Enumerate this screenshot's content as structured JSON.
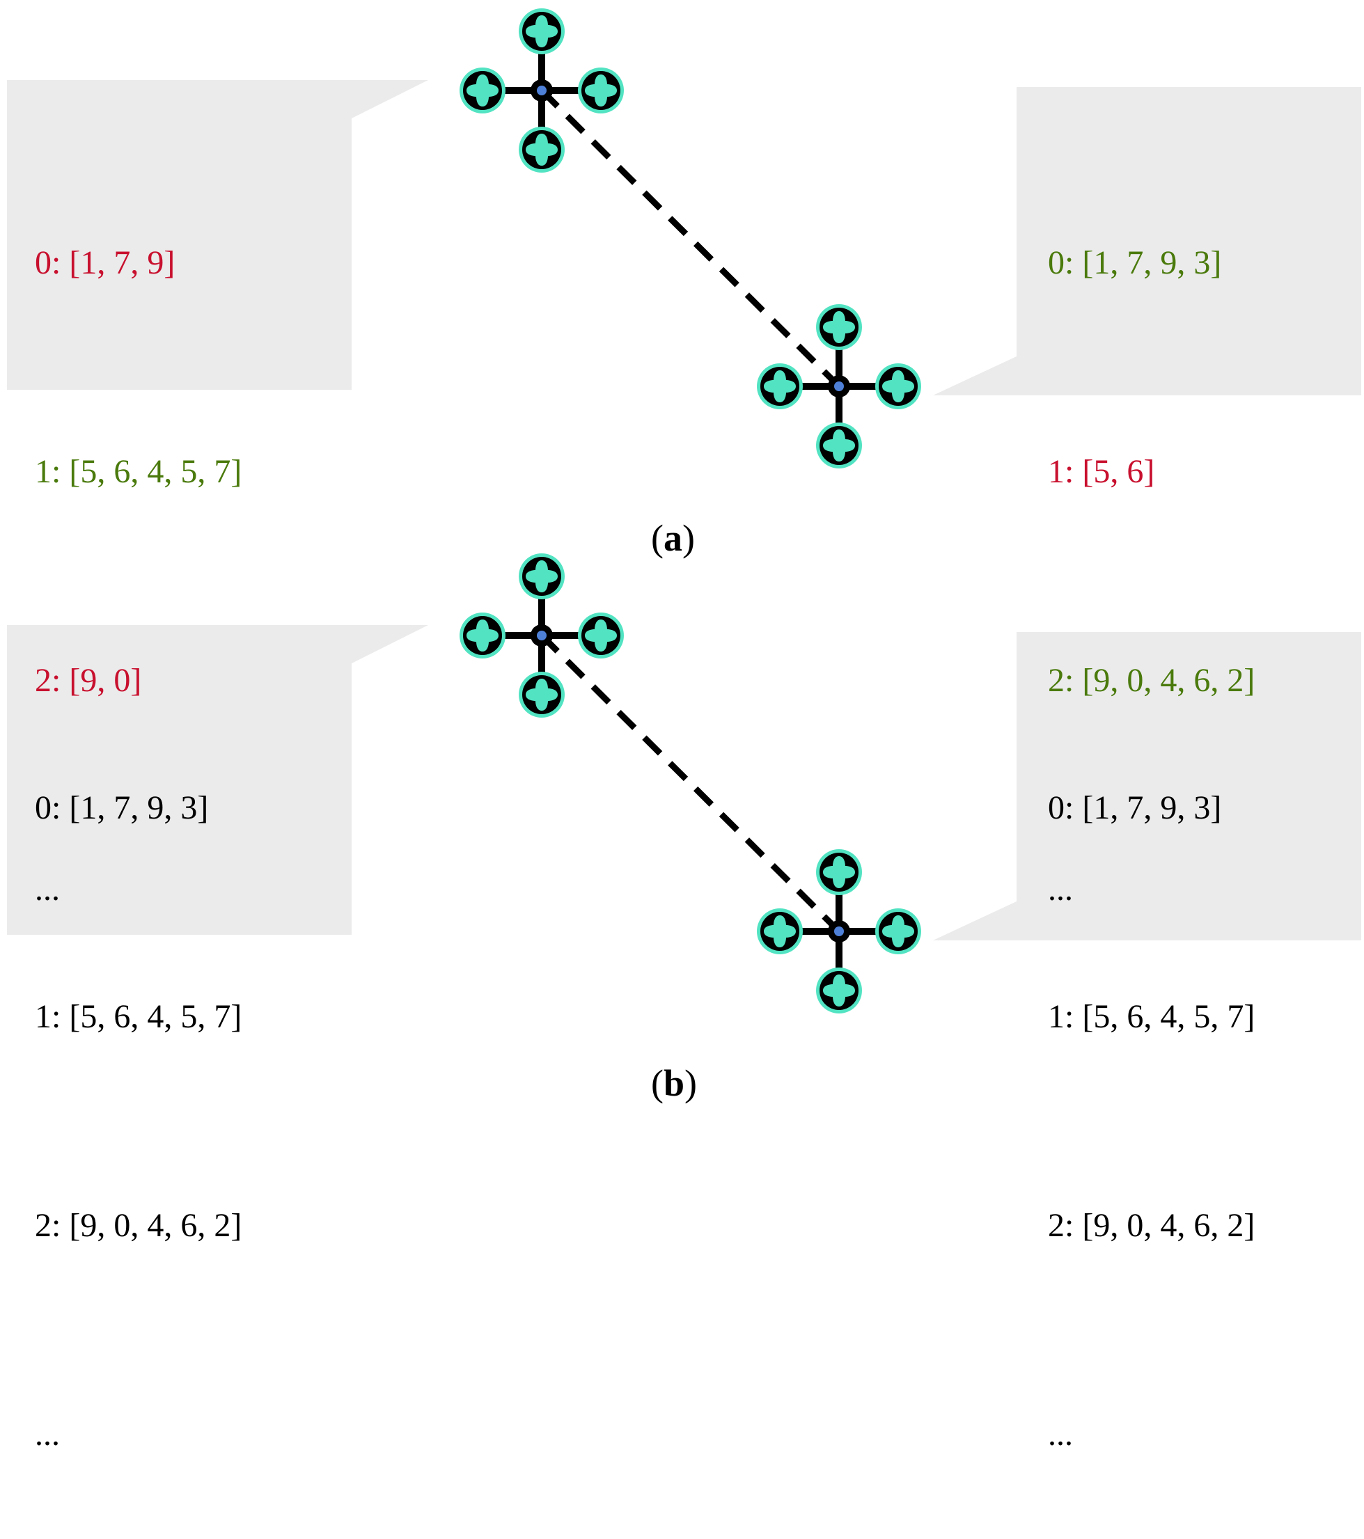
{
  "colors": {
    "bubble": "#ebebeb",
    "red": "#c8102e",
    "green": "#4a7a0c",
    "black": "#000000",
    "rotor": "#52e3c2",
    "hub": "#4f80d8"
  },
  "panels": [
    {
      "label": "a",
      "left_bubble": {
        "lines": [
          {
            "text": "0: [1, 7, 9]",
            "color": "red"
          },
          {
            "text": "1: [5, 6, 4, 5, 7]",
            "color": "green"
          },
          {
            "text": "2: [9, 0]",
            "color": "red"
          },
          {
            "text": "...",
            "color": "black"
          }
        ]
      },
      "right_bubble": {
        "lines": [
          {
            "text": "0: [1, 7, 9, 3]",
            "color": "green"
          },
          {
            "text": "1: [5, 6]",
            "color": "red"
          },
          {
            "text": "2: [9, 0, 4, 6, 2]",
            "color": "green"
          },
          {
            "text": "...",
            "color": "black"
          }
        ]
      }
    },
    {
      "label": "b",
      "left_bubble": {
        "lines": [
          {
            "text": "0: [1, 7, 9, 3]",
            "color": "black"
          },
          {
            "text": "1: [5, 6, 4, 5, 7]",
            "color": "black"
          },
          {
            "text": "2: [9, 0, 4, 6, 2]",
            "color": "black"
          },
          {
            "text": "...",
            "color": "black"
          }
        ]
      },
      "right_bubble": {
        "lines": [
          {
            "text": "0: [1, 7, 9, 3]",
            "color": "black"
          },
          {
            "text": "1: [5, 6, 4, 5, 7]",
            "color": "black"
          },
          {
            "text": "2: [9, 0, 4, 6, 2]",
            "color": "black"
          },
          {
            "text": "...",
            "color": "black"
          }
        ]
      }
    }
  ]
}
